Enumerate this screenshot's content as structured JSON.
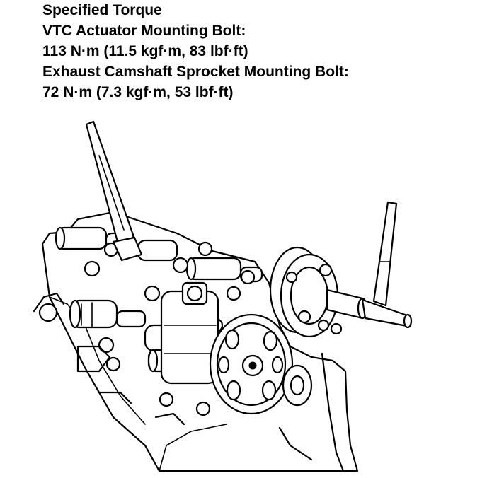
{
  "spec": {
    "heading": "Specified Torque",
    "vtc_label": "VTC Actuator Mounting Bolt:",
    "vtc_value": "113 N·m (11.5 kgf·m, 83 lbf·ft)",
    "exhaust_label": "Exhaust Camshaft Sprocket Mounting Bolt:",
    "exhaust_value": "72 N·m (7.3 kgf·m, 53 lbf·ft)"
  },
  "illustration": {
    "subject": "camshaft-sprocket-and-vtc-actuator-with-torque-wrench-and-holder"
  }
}
